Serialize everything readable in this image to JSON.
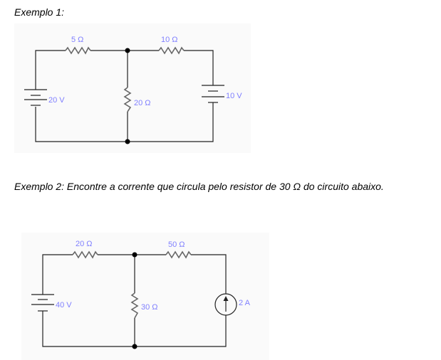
{
  "example1": {
    "heading": "Exemplo 1:",
    "labels": {
      "r1": "5 Ω",
      "r2": "10 Ω",
      "r3": "20 Ω",
      "v1": "20 V",
      "v2": "10 V"
    }
  },
  "example2": {
    "text": "Exemplo 2: Encontre a corrente que circula pelo resistor de 30 Ω do circuito abaixo.",
    "labels": {
      "r1": "20 Ω",
      "r2": "50 Ω",
      "r3": "30 Ω",
      "v1": "40 V",
      "i1": "2 A"
    }
  }
}
